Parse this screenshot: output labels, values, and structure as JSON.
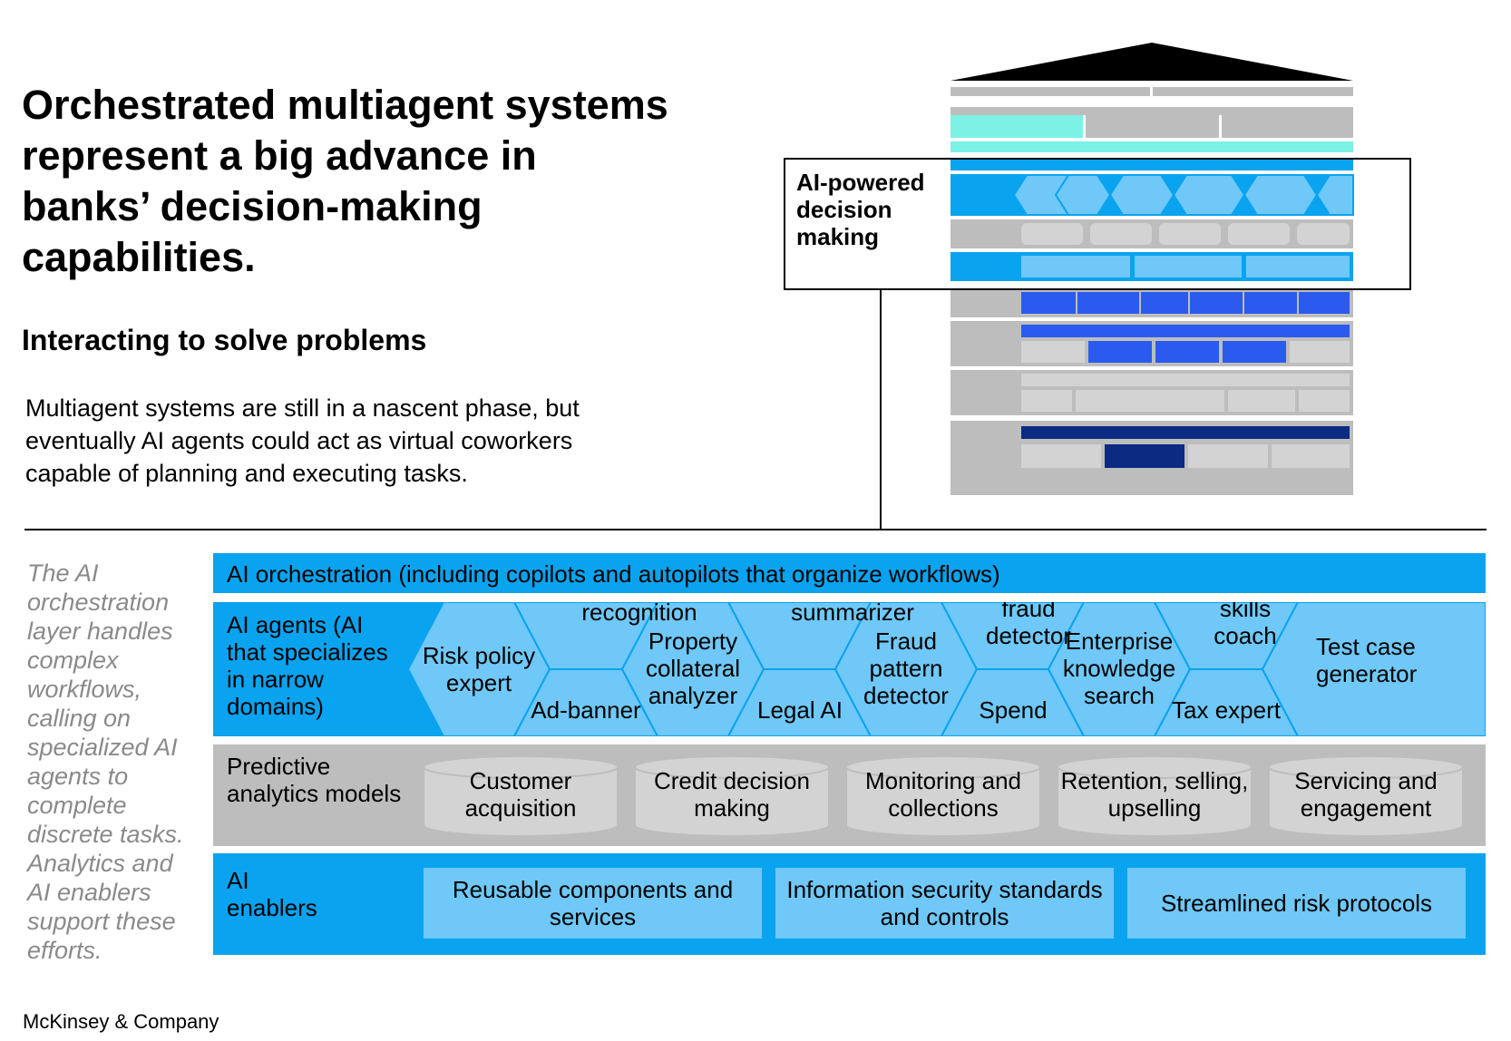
{
  "header": {
    "title": "Orchestrated multiagent systems represent a big advance in banks’ decision-making capabilities.",
    "subtitle": "Interacting to solve problems",
    "body": "Multiagent systems are still in a nascent phase, but eventually AI agents could act as virtual coworkers capable of planning and executing tasks."
  },
  "callout": {
    "label": "AI-powered decision making"
  },
  "side_note": "The AI orchestration layer handles complex workflows, calling on specialized AI agents to complete discrete tasks. Analytics and AI enablers support these efforts.",
  "layers": {
    "orchestration": "AI orchestration (including copilots and autopilots that organize workflows)",
    "agents": {
      "label": "AI agents (AI that specializes in narrow domains)",
      "items": [
        "recognition",
        "summarizer",
        "fraud detector",
        "skills coach",
        "Risk policy expert",
        "Property collateral analyzer",
        "Fraud pattern detector",
        "Enterprise knowledge search",
        "Test case generator",
        "Ad-banner",
        "Legal AI",
        "Spend",
        "Tax expert"
      ]
    },
    "predictive": {
      "label": "Predictive analytics models",
      "items": [
        "Customer acquisition",
        "Credit decision making",
        "Monitoring and collections",
        "Retention, selling, upselling",
        "Servicing and engagement"
      ]
    },
    "enablers": {
      "label": "AI enablers",
      "items": [
        "Reusable components and services",
        "Information security standards and controls",
        "Streamlined risk protocols"
      ]
    }
  },
  "colors": {
    "blue": "#0aa3ef",
    "light_blue": "#6fc8f7",
    "gray": "#bdbdbd",
    "light_gray": "#d3d3d3",
    "teal": "#7cf2e6",
    "royal_blue": "#2a5bee",
    "navy": "#0b2b82"
  },
  "footer": "McKinsey & Company"
}
